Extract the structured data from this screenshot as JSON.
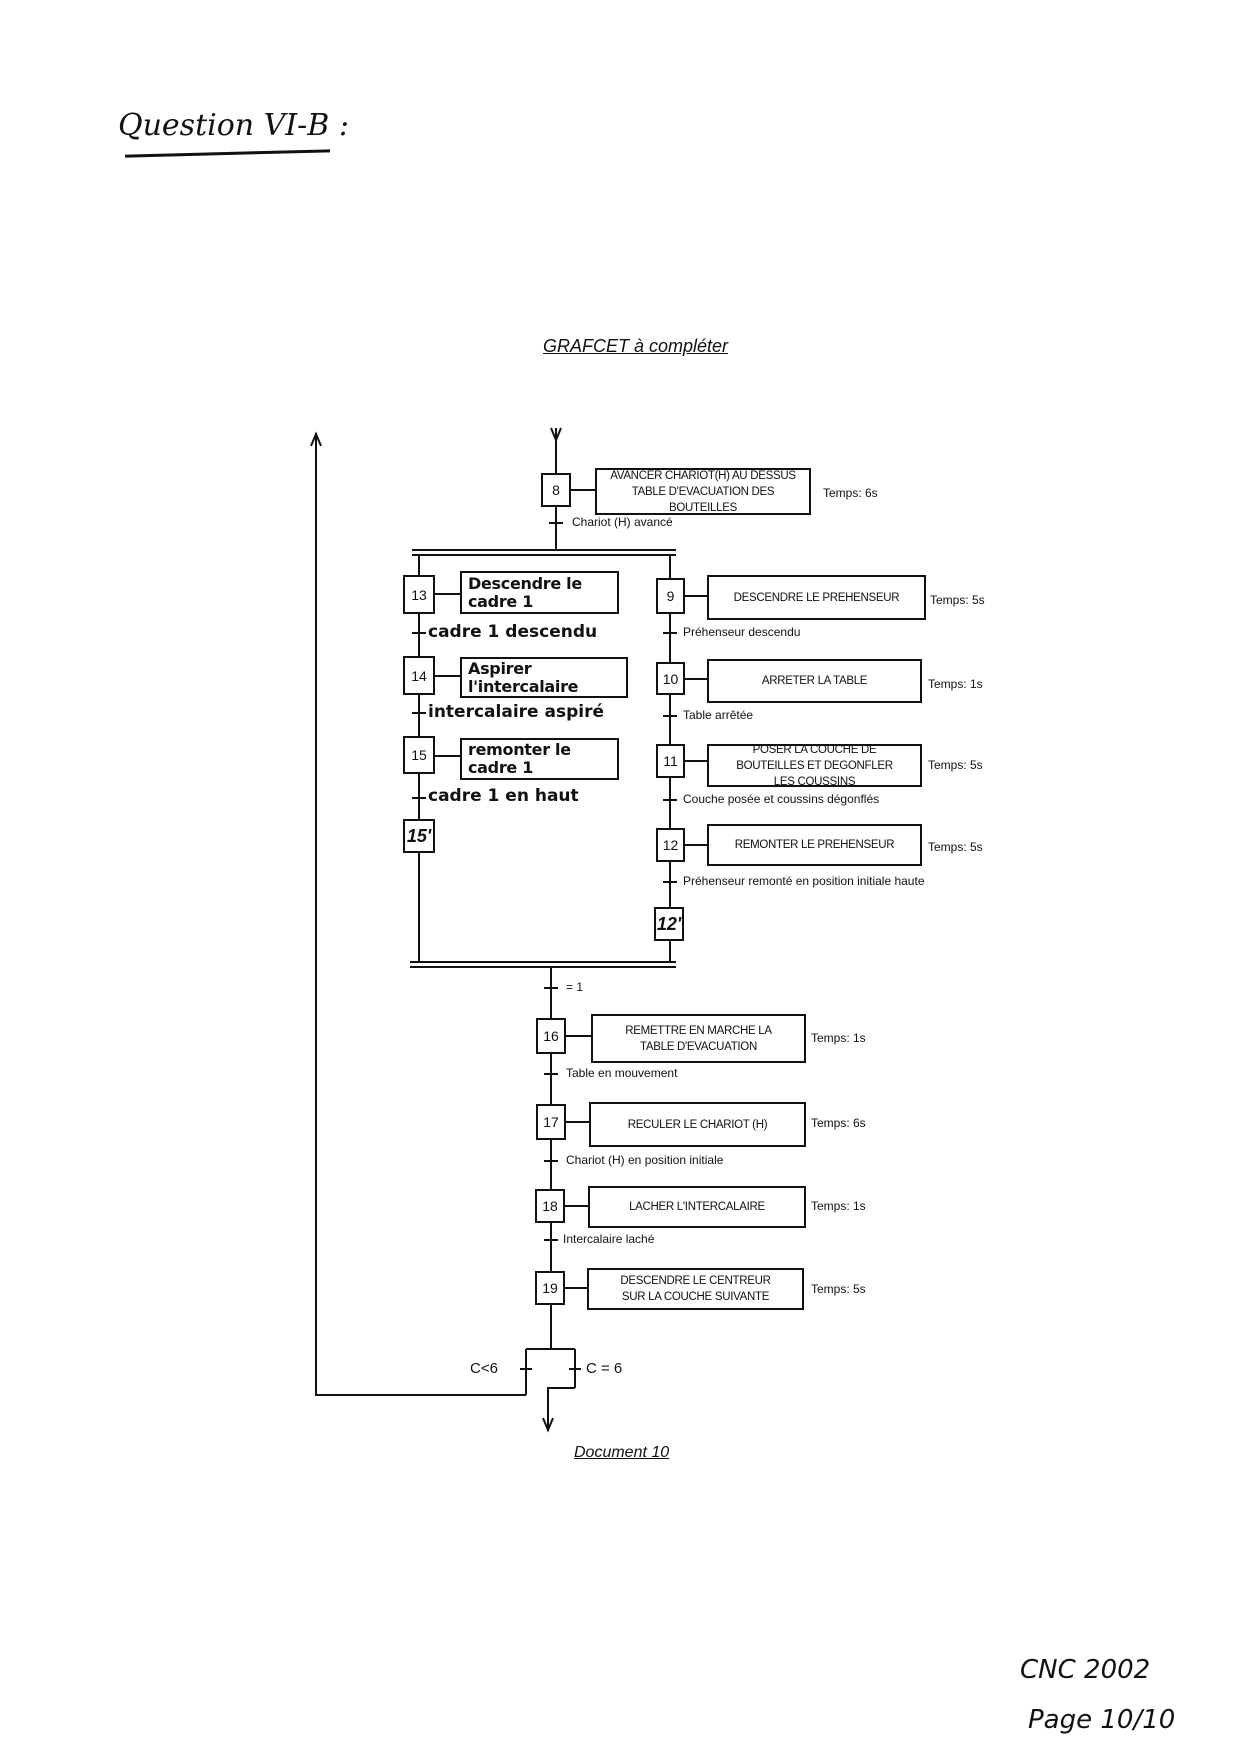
{
  "header": {
    "question": "Question VI-B :",
    "grafcet_title": "GRAFCET à compléter"
  },
  "top": {
    "step8": {
      "number": "8",
      "action": "AVANCER CHARIOT(H) AU DESSUS TABLE D'EVACUATION DES BOUTEILLES",
      "temps": "Temps: 6s"
    },
    "t8": "Chariot (H) avancé"
  },
  "left_branch": {
    "steps": [
      {
        "number": "13",
        "action": "Descendre le cadre 1",
        "transition": "cadre 1 descendu"
      },
      {
        "number": "14",
        "action": "Aspirer l'intercalaire",
        "transition": "intercalaire aspiré"
      },
      {
        "number": "15",
        "action": "remonter le cadre 1",
        "transition": "cadre 1 en haut"
      }
    ],
    "wait_step": "15'"
  },
  "right_branch": {
    "steps": [
      {
        "number": "9",
        "action": "DESCENDRE LE PREHENSEUR",
        "temps": "Temps: 5s",
        "transition": "Préhenseur descendu"
      },
      {
        "number": "10",
        "action": "ARRETER LA TABLE",
        "temps": "Temps: 1s",
        "transition": "Table arrêtée"
      },
      {
        "number": "11",
        "action": "POSER LA COUCHE DE BOUTEILLES ET DEGONFLER LES COUSSINS",
        "temps": "Temps: 5s",
        "transition": "Couche posée et coussins dégonflés"
      },
      {
        "number": "12",
        "action": "REMONTER LE PREHENSEUR",
        "temps": "Temps: 5s",
        "transition": "Préhenseur remonté en position initiale haute"
      }
    ],
    "wait_step": "12'"
  },
  "sync_transition": "= 1",
  "bottom": {
    "steps": [
      {
        "number": "16",
        "action": "REMETTRE EN MARCHE LA TABLE D'EVACUATION",
        "temps": "Temps: 1s",
        "transition": "Table en mouvement"
      },
      {
        "number": "17",
        "action": "RECULER LE CHARIOT (H)",
        "temps": "Temps: 6s",
        "transition": "Chariot (H) en position initiale"
      },
      {
        "number": "18",
        "action": "LACHER L'INTERCALAIRE",
        "temps": "Temps: 1s",
        "transition": "Intercalaire laché"
      },
      {
        "number": "19",
        "action": "DESCENDRE LE CENTREUR SUR LA COUCHE SUIVANTE",
        "temps": "Temps: 5s"
      }
    ],
    "choice_left": "C<6",
    "choice_right": "C = 6"
  },
  "caption": "Document 10",
  "footer": {
    "exam": "CNC 2002",
    "page": "Page 10/10"
  }
}
